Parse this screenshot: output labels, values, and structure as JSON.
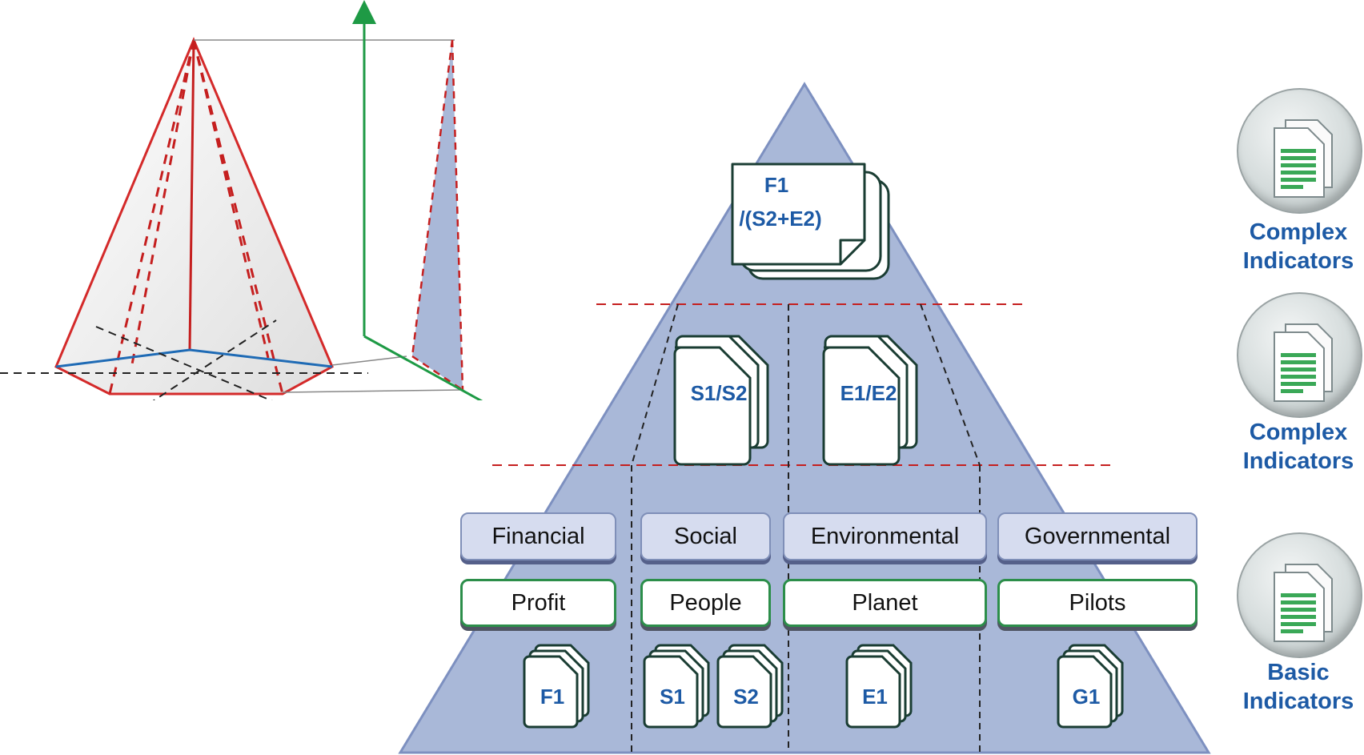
{
  "pyramid": {
    "top_formula": [
      "F1",
      "/(S2+E2)"
    ],
    "middle_docs": [
      "S1/S2",
      "E1/E2"
    ],
    "categories": [
      "Financial",
      "Social",
      "Environmental",
      "Governmental"
    ],
    "pillars": [
      "Profit",
      "People",
      "Planet",
      "Pilots"
    ],
    "base_docs": [
      "F1",
      "S1",
      "S2",
      "E1",
      "G1"
    ]
  },
  "indicator_levels": [
    {
      "line1": "Complex",
      "line2": "Indicators"
    },
    {
      "line1": "Complex",
      "line2": "Indicators"
    },
    {
      "line1": "Basic",
      "line2": "Indicators"
    }
  ],
  "colors": {
    "pyramid_fill": "#a9b8d8",
    "pyramid_stroke": "#7d90c0",
    "cone_red": "#d42a2a",
    "base_blue": "#1f6bb5",
    "axis_green": "#1e9a45",
    "label_blue": "#1d5aa5",
    "pillar_green": "#2c8e4a"
  }
}
